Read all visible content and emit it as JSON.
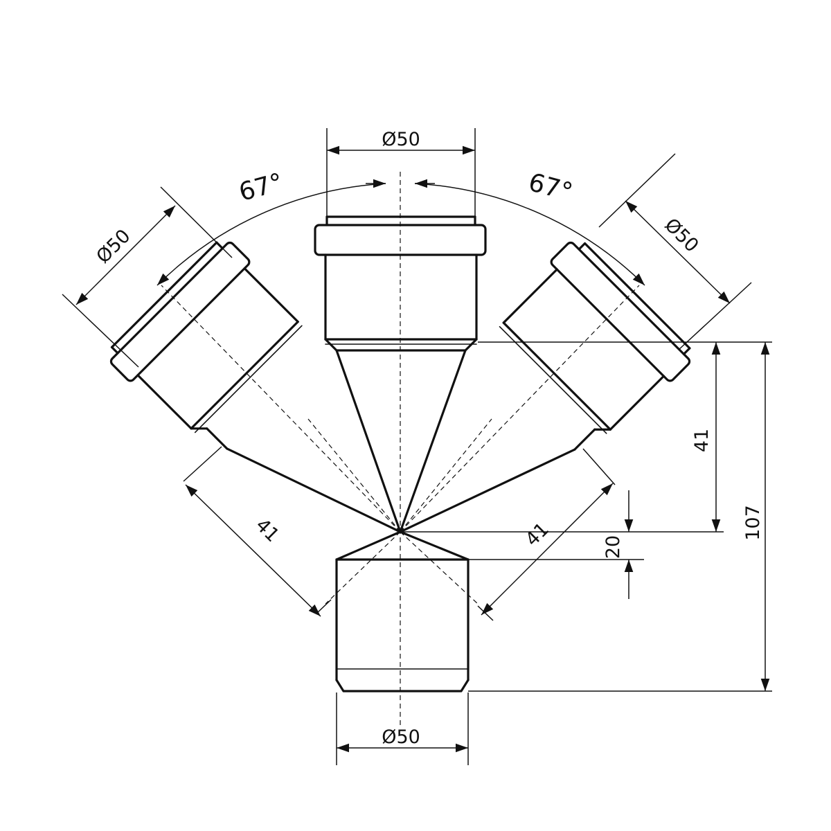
{
  "dimensions": {
    "top_diameter": "Ø50",
    "left_angle": "67°",
    "right_angle": "67°",
    "left_diameter": "Ø50",
    "right_diameter": "Ø50",
    "bottom_diameter": "Ø50",
    "left_branch_length": "41",
    "right_branch_length": "41",
    "right_vertical_length": "41",
    "offset": "20",
    "overall_height": "107"
  }
}
